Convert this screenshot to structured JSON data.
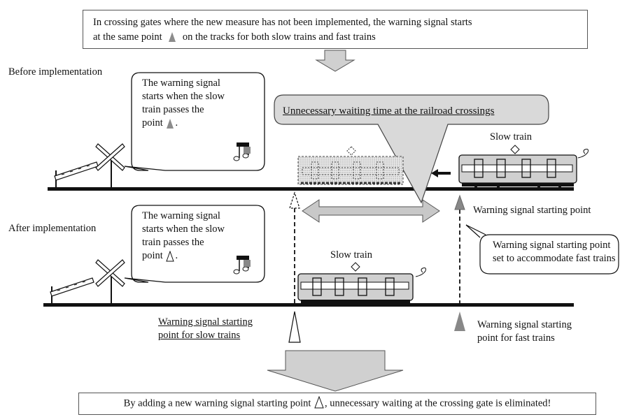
{
  "top_box": {
    "line1": "In crossing gates where the new measure has not been implemented, the warning signal starts",
    "line2a": "at the same point",
    "line2b": "on the tracks for both slow trains and fast trains"
  },
  "before_label": "Before implementation",
  "after_label": "After implementation",
  "bubble_before": {
    "line1": "The warning signal",
    "line2": "starts when the slow",
    "line3": "train passes the",
    "line4": "point",
    "period": "."
  },
  "bubble_after": {
    "line1": "The warning signal",
    "line2": "starts when the slow",
    "line3": "train passes the",
    "line4": "point",
    "period": "."
  },
  "waiting_callout": "Unnecessary waiting time at the railroad crossings",
  "slow_train_top": "Slow train",
  "slow_train_bottom": "Slow train",
  "warning_start_label": "Warning signal starting point",
  "callout_fast": {
    "line1": "Warning signal starting point",
    "line2": "set to accommodate fast trains"
  },
  "slow_point_label": {
    "line1": "Warning signal starting",
    "line2": "point for slow trains"
  },
  "fast_point_label": {
    "line1": "Warning signal starting",
    "line2": "point for fast trains"
  },
  "bottom_box": {
    "part1": "By adding a new warning signal starting point",
    "part2": ", unnecessary waiting at the crossing gate is eliminated!"
  },
  "icons": [
    "music-note-icon",
    "crossing-gate-icon",
    "train-icon",
    "triangle-marker-icon"
  ]
}
